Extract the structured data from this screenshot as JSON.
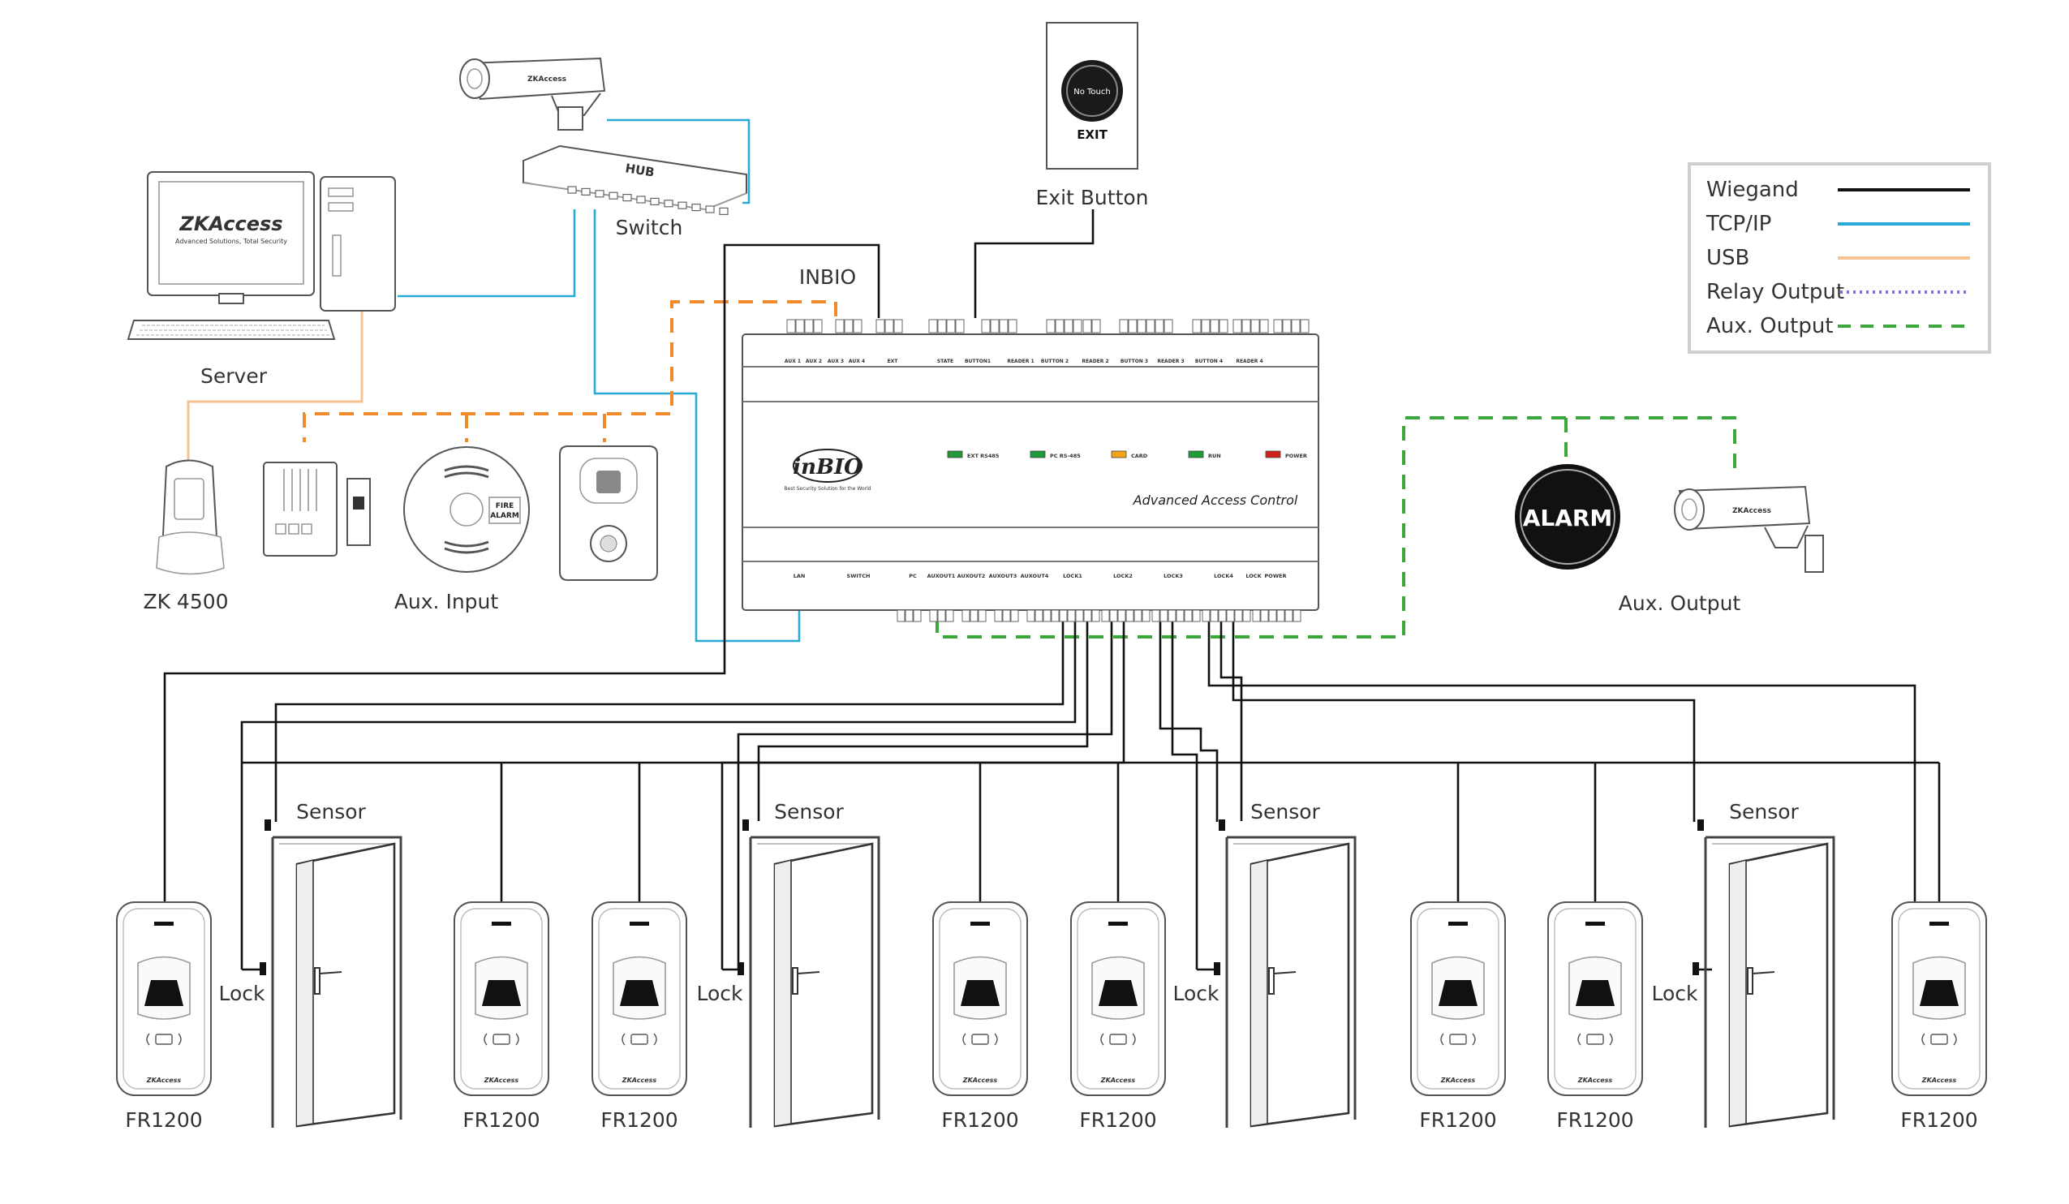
{
  "devices": {
    "server": "Server",
    "switch": "Switch",
    "hub": "HUB",
    "inbio": "INBIO",
    "exit_button": "Exit Button",
    "exit_text": "EXIT",
    "no_touch": "No Touch",
    "zk4500": "ZK 4500",
    "aux_input": "Aux. Input",
    "aux_output": "Aux.  Output",
    "alarm": "ALARM",
    "fire_alarm_1": "FIRE",
    "fire_alarm_2": "ALARM",
    "zkaccess_logo": "ZKAccess",
    "zkaccess_tag": "Advanced Solutions, Total Security",
    "controller_brand": "inBIO",
    "controller_tag": "Best Security Solution for the World",
    "controller_caption": "Advanced Access Control"
  },
  "controller": {
    "top_groups": [
      "AUX 1",
      "AUX 2",
      "AUX 3",
      "AUX 4",
      "EXT",
      "STATE",
      "BUTTON1",
      "READER 1",
      "BUTTON 2",
      "READER 2",
      "BUTTON 3",
      "READER 3",
      "BUTTON 4",
      "READER 4"
    ],
    "bottom_groups": [
      "LAN",
      "SWITCH",
      "PC",
      "AUXOUT1",
      "AUXOUT2",
      "AUXOUT3",
      "AUXOUT4",
      "LOCK1",
      "LOCK2",
      "LOCK3",
      "LOCK4",
      "LOCK",
      "POWER"
    ],
    "leds": [
      {
        "label": "EXT RS485",
        "color": "#1f9a3a"
      },
      {
        "label": "PC RS-485",
        "color": "#1f9a3a"
      },
      {
        "label": "CARD",
        "color": "#f2a516"
      },
      {
        "label": "RUN",
        "color": "#1f9a3a"
      },
      {
        "label": "POWER",
        "color": "#d0201c"
      }
    ]
  },
  "readers": {
    "label": "FR1200",
    "brand": "ZKAccess"
  },
  "doors": {
    "sensor": "Sensor",
    "lock": "Lock"
  },
  "legend": {
    "items": [
      {
        "label": "Wiegand",
        "color": "#111111",
        "style": "solid"
      },
      {
        "label": "TCP/IP",
        "color": "#29a9d6",
        "style": "solid"
      },
      {
        "label": "USB",
        "color": "#f5c391",
        "style": "solid"
      },
      {
        "label": "Relay Output",
        "color": "#7a7ac8",
        "style": "dotted"
      },
      {
        "label": "Aux. Output",
        "color": "#3aa83a",
        "style": "dashed"
      }
    ]
  },
  "colors": {
    "wiegand": "#111111",
    "tcpip": "#29a9d6",
    "usb": "#f5c391",
    "aux_input": "#f08a2a",
    "aux_output": "#3aa83a"
  }
}
